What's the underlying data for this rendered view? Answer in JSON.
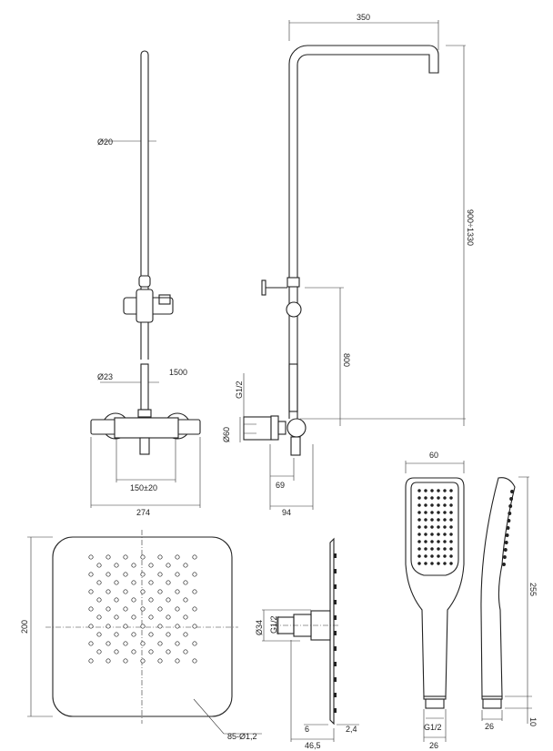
{
  "drawing": {
    "column_front": {
      "pipe_diameter": "Ø20",
      "mixer_pipe_diameter": "Ø23",
      "rail_length": "1500",
      "spacing": "150±20",
      "width": "274"
    },
    "column_side": {
      "arm_length": "350",
      "height_range": "900÷1330",
      "slider_height": "800",
      "inlet_thread": "G1/2",
      "rosette_diameter": "Ø60",
      "depth_1": "69",
      "depth_2": "94"
    },
    "head_front": {
      "size": "200",
      "nozzles": "85-Ø1,2"
    },
    "head_side": {
      "connector_diameter": "Ø34",
      "thread": "G1/2",
      "plate_offset": "6",
      "plate_thickness": "2,4",
      "depth": "46,5"
    },
    "hand_shower_front": {
      "width": "60",
      "thread": "G1/2",
      "neck_width": "26"
    },
    "hand_shower_side": {
      "length": "255",
      "neck_width": "26",
      "thread_length": "10"
    }
  }
}
